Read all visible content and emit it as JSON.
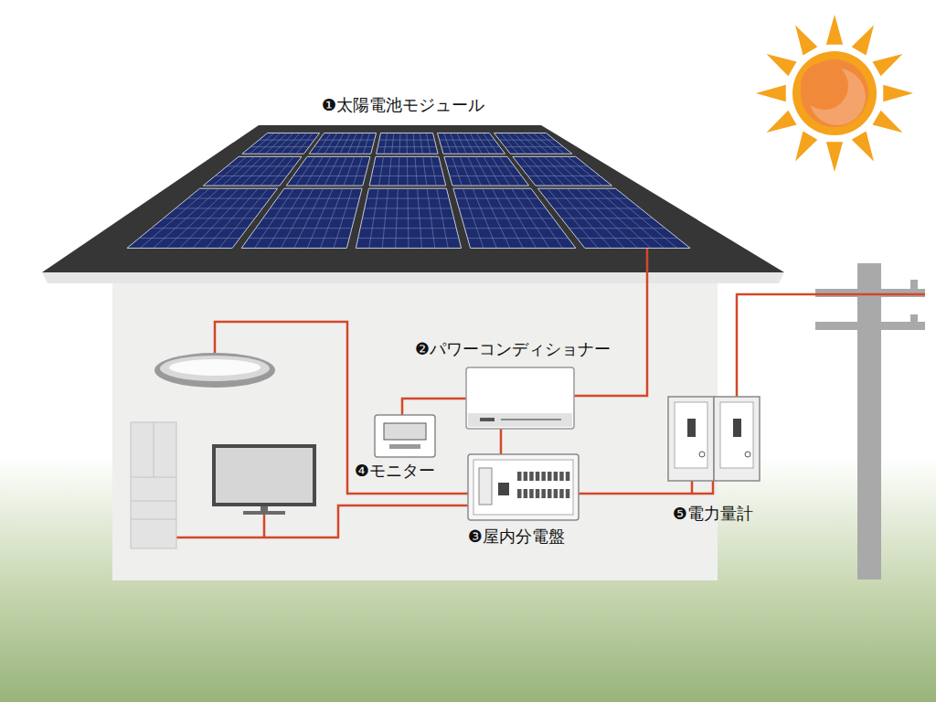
{
  "diagram": {
    "labels": [
      "❶太陽電池モジュール",
      "❷パワーコンディショナー",
      "❸屋内分電盤",
      "❹モニター",
      "❺電力量計"
    ]
  }
}
